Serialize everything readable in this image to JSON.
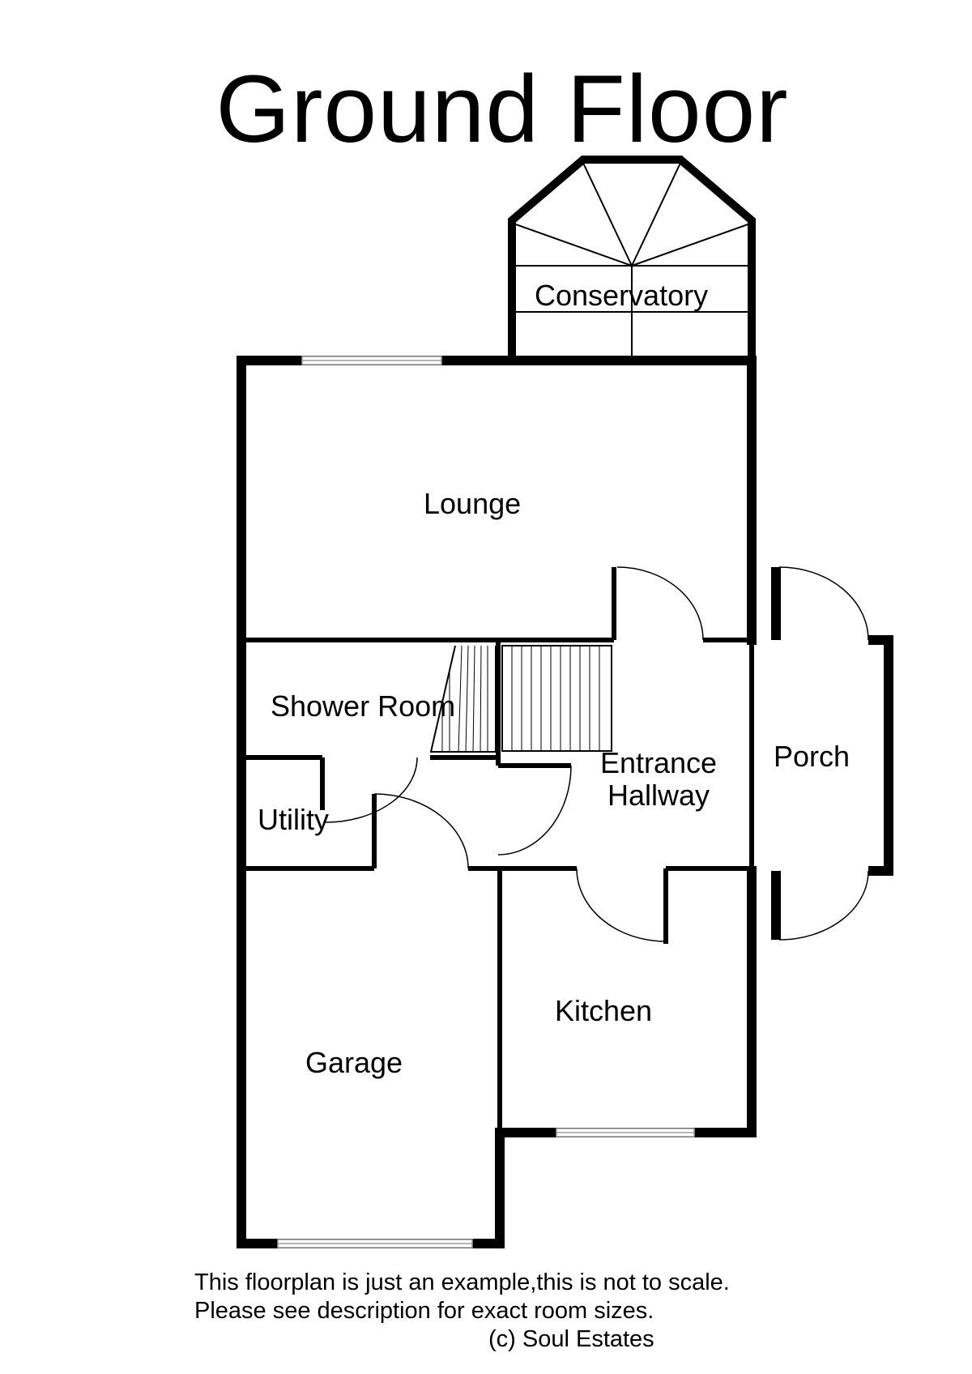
{
  "title": "Ground Floor",
  "rooms": {
    "conservatory": "Conservatory",
    "lounge": "Lounge",
    "shower_room": "Shower Room",
    "entrance_hallway_line1": "Entrance",
    "entrance_hallway_line2": "Hallway",
    "porch": "Porch",
    "utility": "Utility",
    "kitchen": "Kitchen",
    "garage": "Garage"
  },
  "footer": {
    "line1": "This floorplan is just an example,this is not to scale.",
    "line2": "Please see description for exact room sizes.",
    "copyright": "(c) Soul Estates"
  },
  "colors": {
    "wall": "#000000",
    "window": "#b0b0b0",
    "background": "#ffffff"
  }
}
